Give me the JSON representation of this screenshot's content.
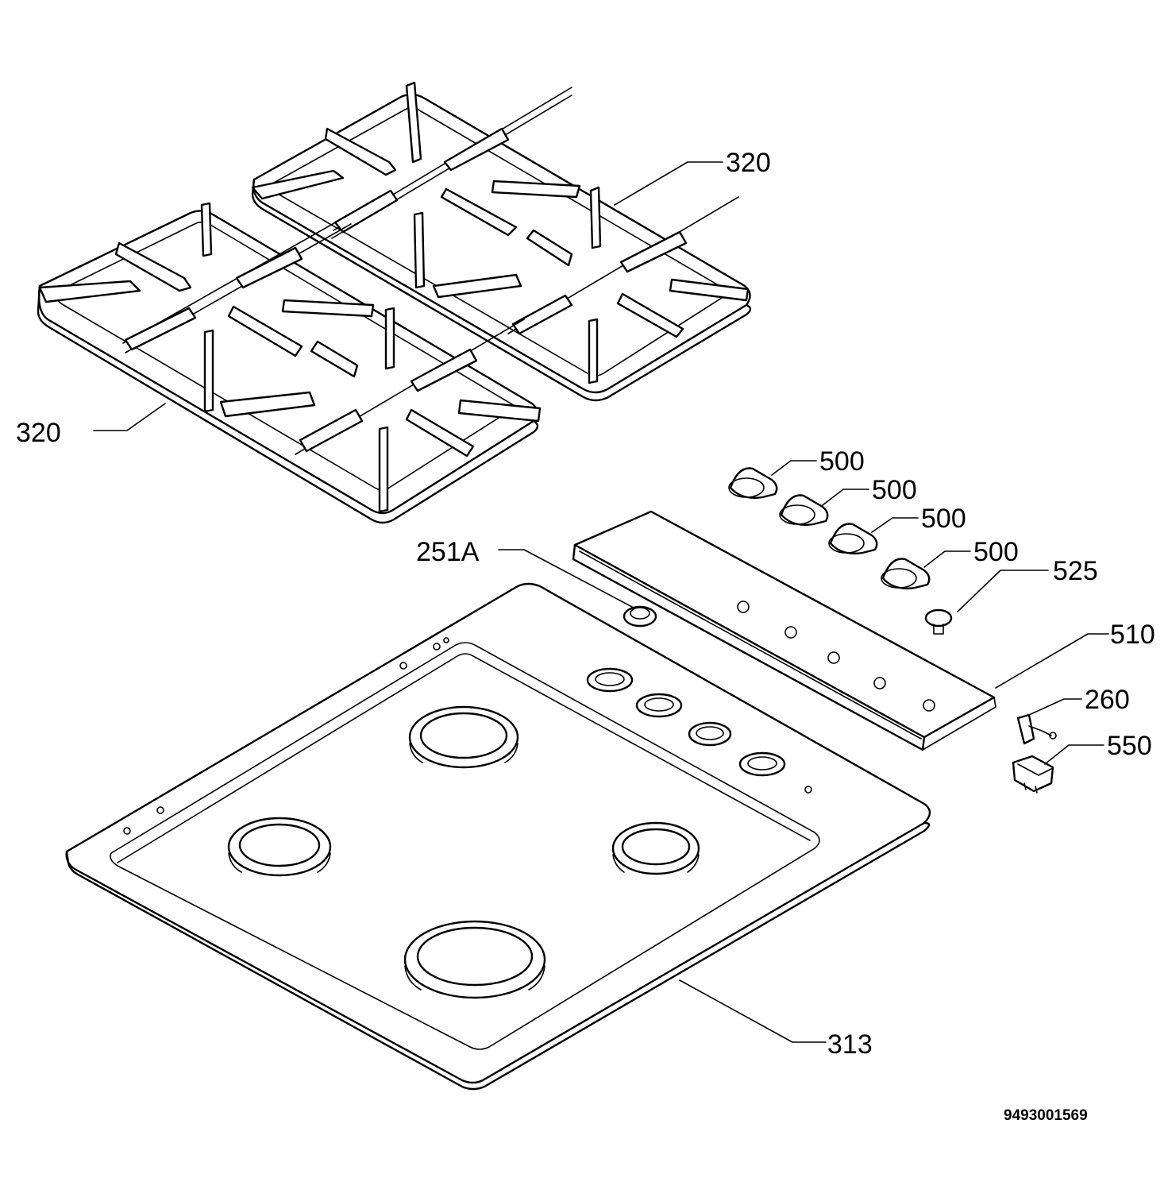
{
  "labels": {
    "grate_upper": "320",
    "grate_lower": "320",
    "hob_top": "313",
    "pilot": "251A",
    "knob_1": "500",
    "knob_2": "500",
    "knob_3": "500",
    "knob_4": "500",
    "button": "525",
    "control_panel": "510",
    "switch": "260",
    "bracket": "550"
  },
  "reference_number": "9493001569"
}
